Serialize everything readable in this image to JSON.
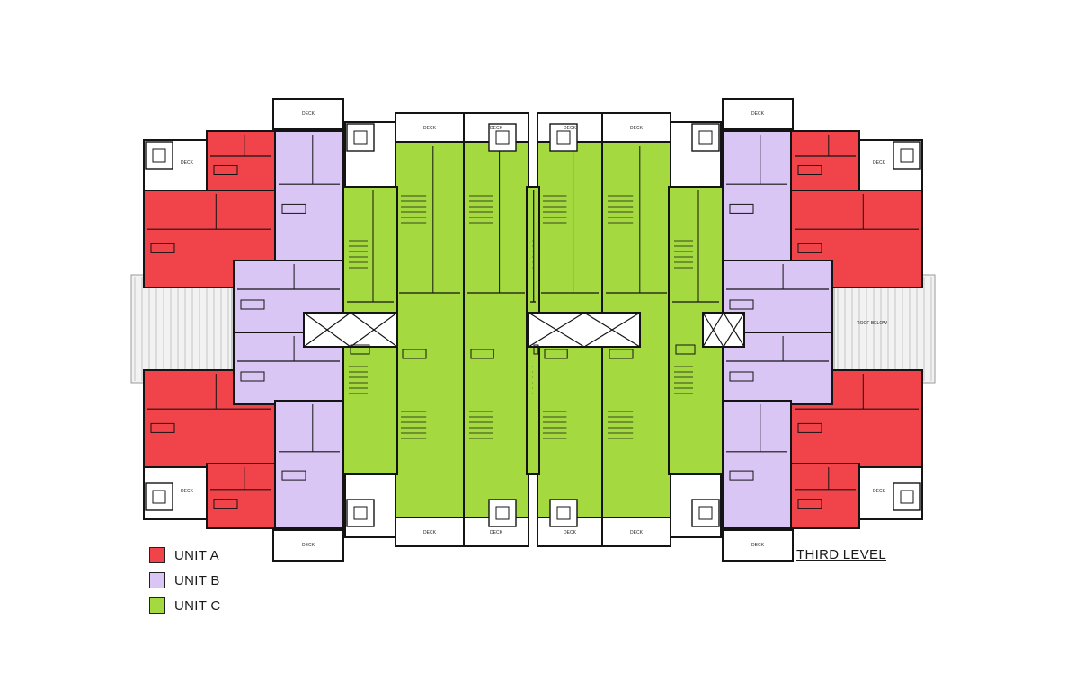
{
  "plan": {
    "level_title": "THIRD LEVEL",
    "deck_label": "DECK",
    "roof_label": "ROOF BELOW"
  },
  "legend": [
    {
      "label": "UNIT A",
      "color": "#f0444a"
    },
    {
      "label": "UNIT B",
      "color": "#d9c6f5"
    },
    {
      "label": "UNIT C",
      "color": "#a4d93f"
    }
  ],
  "colors": {
    "unit_a": "#f0444a",
    "unit_b": "#d9c6f5",
    "unit_c": "#a4d93f",
    "wall": "#141414",
    "roof": "#e6e6e6"
  }
}
